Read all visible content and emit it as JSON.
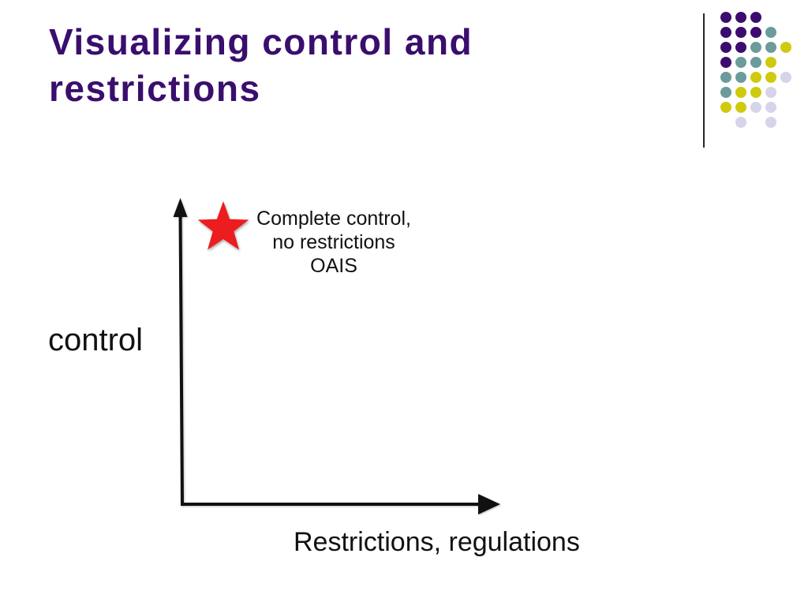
{
  "slide": {
    "title": "Visualizing control and restrictions",
    "title_color": "#3A0E6D",
    "background_color": "#FFFFFF"
  },
  "diagram": {
    "y_axis_label": "control",
    "x_axis_label": "Restrictions, regulations",
    "annotation": "Complete control,\nno restrictions\nOAIS",
    "marker": "star-icon",
    "marker_color": "#ED1C1E",
    "axis_color": "#111111"
  },
  "decoration": {
    "palette": {
      "P": "#3C0D6E",
      "T": "#6B9B9B",
      "Y": "#CFCA0D",
      "L": "#D5D4E9"
    },
    "grid": [
      "PPP..",
      "PPPT.",
      "PPTTY",
      "PTTY.",
      "TTYYL",
      "TYYL.",
      "YYLL.",
      ".L.L."
    ]
  }
}
